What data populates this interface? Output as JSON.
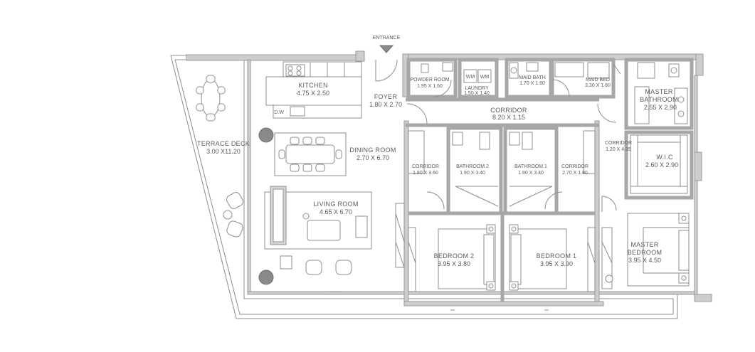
{
  "entrance_label": "ENTRANCE",
  "rooms": {
    "kitchen": {
      "name": "KITCHEN",
      "dims": "4.75 X 2.50"
    },
    "foyer": {
      "name": "FOYER",
      "dims": "1.80 X 2.70"
    },
    "powder_room": {
      "name": "POWDER ROOM",
      "dims": "1.95 X 1.60"
    },
    "laundry": {
      "name": "LAUNDRY",
      "dims": "1.50 X 1.40"
    },
    "maid_bath": {
      "name": "MAID BATH",
      "dims": "1.70 X 1.60"
    },
    "maid_bed": {
      "name": "MAID BED",
      "dims": "3.30 X 1.60"
    },
    "master_bathroom": {
      "name_line1": "MASTER",
      "name_line2": "BATHROOM",
      "dims": "2.55 X 2.90"
    },
    "corridor_main": {
      "name": "CORRIDOR",
      "dims": "8.20 X 1.15"
    },
    "terrace_deck": {
      "name": "TERRACE DECK",
      "dims": "3.00 X11.20"
    },
    "dining_room": {
      "name": "DINING ROOM",
      "dims": "2.70 X 6.70"
    },
    "living_room": {
      "name": "LIVING ROOM",
      "dims": "4.65 X 6.70"
    },
    "corridor_left": {
      "name": "CORRIDOR",
      "dims": "1.80 X 3.60"
    },
    "bathroom_2": {
      "name": "BATHROOM 2",
      "dims": "1.90 X 3.40"
    },
    "bathroom_1": {
      "name": "BATHROOM 1",
      "dims": "1.90 X 3.40"
    },
    "corridor_mid": {
      "name": "CORRIDOR",
      "dims": "2.70 X 1.80"
    },
    "corridor_right": {
      "name": "CORRIDOR",
      "dims": "1.20 X 4.35"
    },
    "wic": {
      "name": "W.I.C",
      "dims": "2.60 X 2.90"
    },
    "bedroom_2": {
      "name": "BEDROOM 2",
      "dims": "3.95 X 3.80"
    },
    "bedroom_1": {
      "name": "BEDROOM 1",
      "dims": "3.95 X 3.90"
    },
    "master_bedroom": {
      "name_line1": "MASTER",
      "name_line2": "BEDROOM",
      "dims": "3.95 X 4.50"
    }
  },
  "fixtures": {
    "dishwasher": "D.W",
    "washer": "WM",
    "dryer": "WM"
  }
}
